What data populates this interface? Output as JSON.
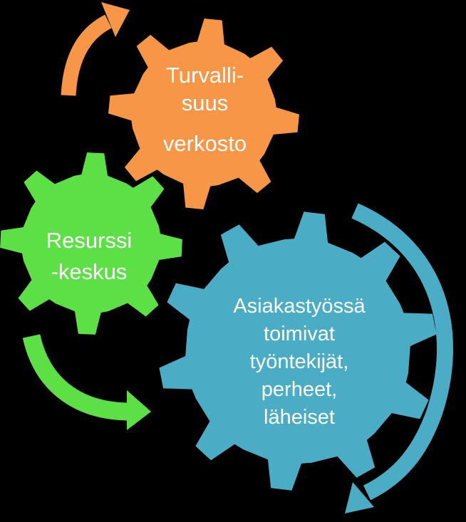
{
  "colors": {
    "background": "#000000",
    "orange": "#F79646",
    "green": "#5CE046",
    "blue": "#4BACC6",
    "text": "#FFFFFF"
  },
  "gears": {
    "orange": {
      "lines": [
        "Turvalli-",
        "suus",
        "verkosto"
      ]
    },
    "green": {
      "lines": [
        "Resurssi",
        "-keskus"
      ]
    },
    "blue": {
      "lines": [
        "Asiakastyössä",
        "toimivat",
        "työntekijät,",
        "perheet,",
        "läheiset"
      ]
    }
  }
}
